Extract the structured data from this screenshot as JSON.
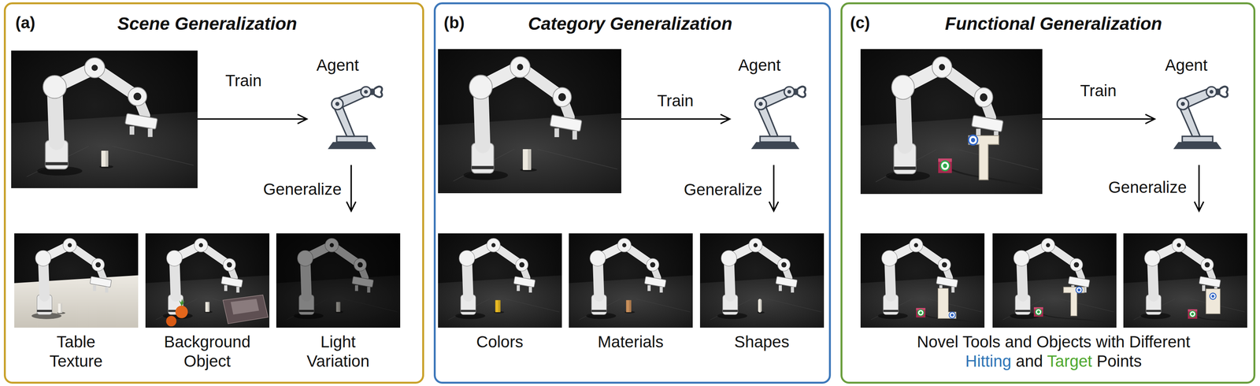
{
  "diagram": {
    "nodes": [
      {
        "text": [
          "(a)",
          "Scene Generalization"
        ]
      },
      {
        "text": [
          "Agent"
        ],
        "in": 0
      },
      {
        "text": [
          "(b)",
          "Category Generalization"
        ]
      },
      {
        "text": [
          "Agent"
        ],
        "in": 2
      },
      {
        "text": [
          "(c)",
          "Functional Generalization"
        ]
      },
      {
        "text": [
          "Agent"
        ],
        "in": 4
      }
    ],
    "labels": [
      "Train",
      "Generalize",
      "Table Texture",
      "Background Object",
      "Light Variation",
      "Train",
      "Generalize",
      "Colors",
      "Materials",
      "Shapes",
      "Train",
      "Generalize",
      "Novel Tools and Objects with Different Hitting and Target Points"
    ]
  }
}
